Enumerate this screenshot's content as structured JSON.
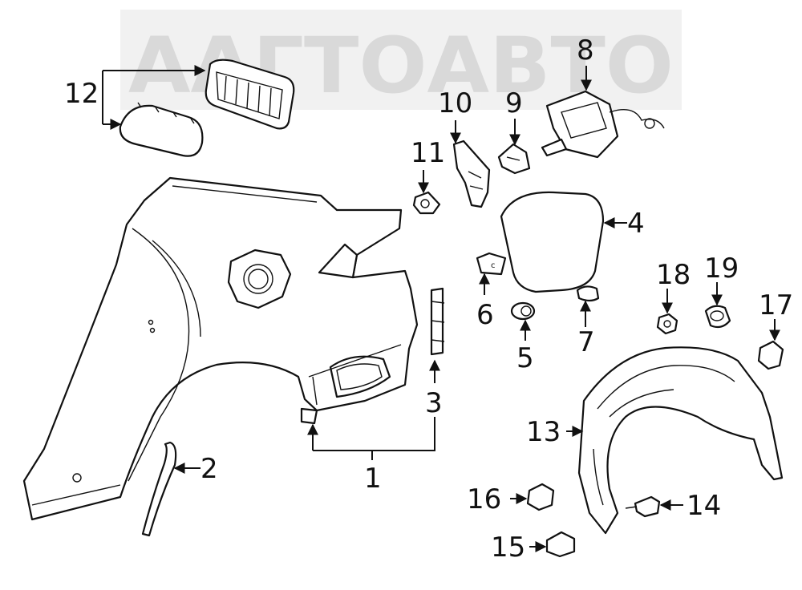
{
  "watermark": "ААГТОАВТО",
  "callouts": {
    "c1": "1",
    "c2": "2",
    "c3": "3",
    "c4": "4",
    "c5": "5",
    "c6": "6",
    "c7": "7",
    "c8": "8",
    "c9": "9",
    "c10": "10",
    "c11": "11",
    "c12": "12",
    "c13": "13",
    "c14": "14",
    "c15": "15",
    "c16": "16",
    "c17": "17",
    "c18": "18",
    "c19": "19"
  }
}
